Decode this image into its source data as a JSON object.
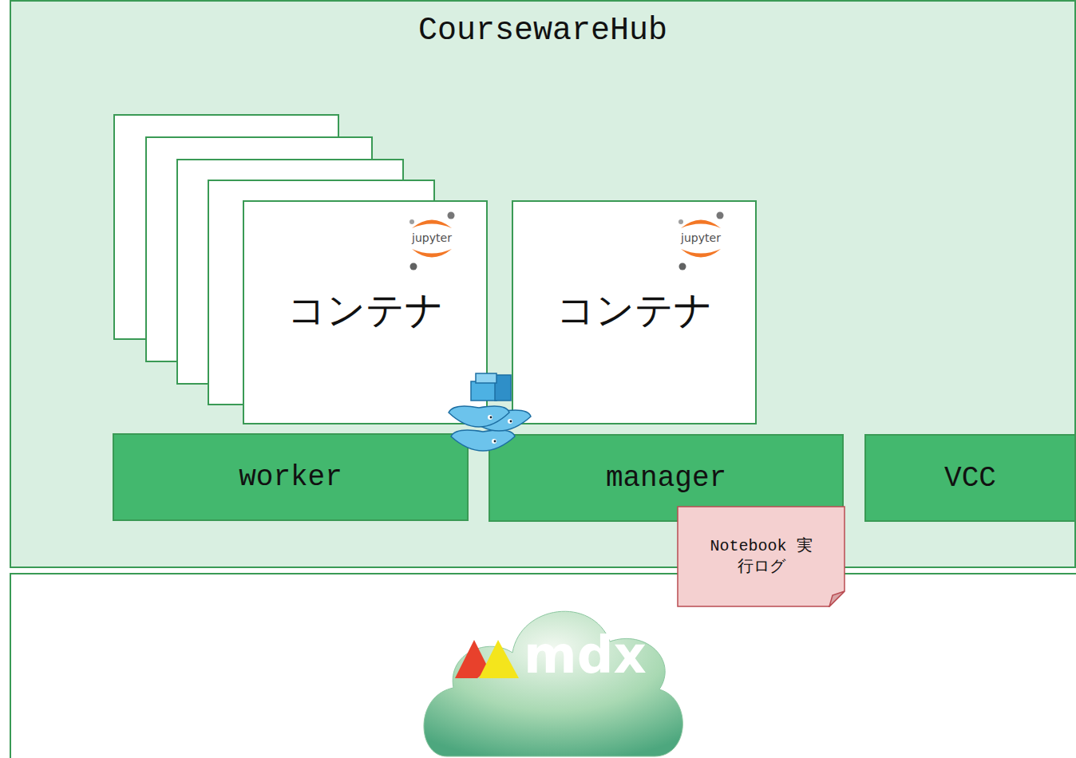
{
  "diagram": {
    "nodes": [
      {
        "text": [
          "CoursewareHub"
        ]
      },
      {
        "text": [
          "jupyter",
          "コンテナ"
        ],
        "in": 0
      },
      {
        "text": [
          "jupyter",
          "コンテナ"
        ],
        "in": 0
      },
      {
        "text": [
          "worker"
        ],
        "in": 0
      },
      {
        "text": [
          "manager"
        ],
        "in": 0
      },
      {
        "text": [
          "VCC"
        ],
        "in": 0
      },
      {
        "text": [
          "Notebook 実行ログ"
        ]
      },
      {
        "text": [
          "mdx"
        ]
      }
    ]
  }
}
